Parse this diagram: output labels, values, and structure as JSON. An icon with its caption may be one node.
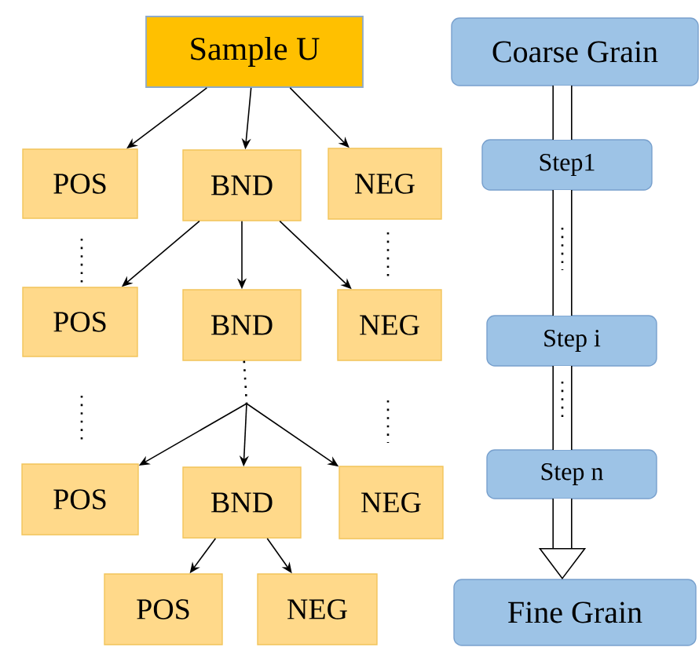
{
  "diagram": {
    "nodes": [
      {
        "text": [
          "Sample U"
        ]
      },
      {
        "text": [
          "POS"
        ]
      },
      {
        "text": [
          "BND"
        ]
      },
      {
        "text": [
          "NEG"
        ]
      },
      {
        "text": [
          "POS"
        ]
      },
      {
        "text": [
          "BND"
        ]
      },
      {
        "text": [
          "NEG"
        ]
      },
      {
        "text": [
          "POS"
        ]
      },
      {
        "text": [
          "BND"
        ]
      },
      {
        "text": [
          "NEG"
        ]
      },
      {
        "text": [
          "POS"
        ]
      },
      {
        "text": [
          "NEG"
        ]
      },
      {
        "text": [
          "Coarse Grain"
        ]
      },
      {
        "text": [
          "Step1"
        ]
      },
      {
        "text": [
          "Step i"
        ]
      },
      {
        "text": [
          "Step n"
        ]
      },
      {
        "text": [
          "Fine Grain"
        ]
      }
    ],
    "edges": [
      {
        "from": 0,
        "to": 1,
        "arrow": "to"
      },
      {
        "from": 0,
        "to": 2,
        "arrow": "to"
      },
      {
        "from": 0,
        "to": 3,
        "arrow": "to"
      },
      {
        "from": 2,
        "to": 4,
        "arrow": "to"
      },
      {
        "from": 2,
        "to": 5,
        "arrow": "to"
      },
      {
        "from": 2,
        "to": 6,
        "arrow": "to"
      },
      {
        "from": 5,
        "to": 7,
        "arrow": "to"
      },
      {
        "from": 5,
        "to": 8,
        "arrow": "to"
      },
      {
        "from": 5,
        "to": 9,
        "arrow": "to"
      },
      {
        "from": 8,
        "to": 10,
        "arrow": "to"
      },
      {
        "from": 8,
        "to": 11,
        "arrow": "to"
      },
      {
        "from": 12,
        "to": 13,
        "arrow": "none",
        "style": "thick"
      },
      {
        "from": 13,
        "to": 14,
        "arrow": "none",
        "style": "thick"
      },
      {
        "from": 14,
        "to": 15,
        "arrow": "none",
        "style": "thick"
      },
      {
        "from": 15,
        "to": 16,
        "arrow": "to",
        "style": "thick"
      }
    ]
  }
}
